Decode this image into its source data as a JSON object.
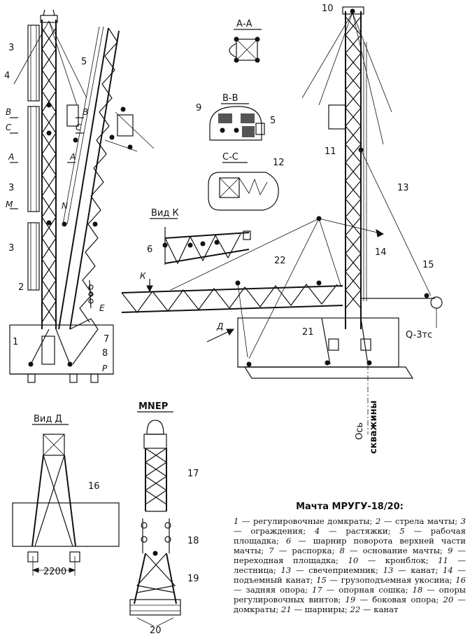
{
  "labels": {
    "section_aa": "А-А",
    "section_bb": "В-В",
    "section_cc": "С-С",
    "view_k": "Вид К",
    "view_d": "Вид Д",
    "mnep": "МNEP",
    "letter_b": "В",
    "letter_c": "С",
    "letter_a": "А",
    "letter_m": "М",
    "letter_n": "N",
    "letter_e": "Е",
    "letter_p": "Р",
    "letter_k": "К",
    "letter_d": "Д",
    "load": "Q-3тс",
    "axis_1": "Ось",
    "axis_2": "скважины",
    "dim_2200": "2200"
  },
  "numbers": [
    "1",
    "2",
    "3",
    "4",
    "5",
    "6",
    "7",
    "8",
    "9",
    "10",
    "11",
    "12",
    "13",
    "14",
    "15",
    "16",
    "17",
    "18",
    "19",
    "20",
    "21",
    "22"
  ],
  "caption": {
    "title": "Мачта МРУГУ-18/20:",
    "items": [
      {
        "n": "1",
        "t": "регулировочные домкраты;"
      },
      {
        "n": "2",
        "t": "стрела мачты;"
      },
      {
        "n": "3",
        "t": "ограждения;"
      },
      {
        "n": "4",
        "t": "растяжки;"
      },
      {
        "n": "5",
        "t": "рабочая площадка;"
      },
      {
        "n": "6",
        "t": "шарнир поворота верхней части мачты;"
      },
      {
        "n": "7",
        "t": "распорка;"
      },
      {
        "n": "8",
        "t": "основание мачты;"
      },
      {
        "n": "9",
        "t": "переходная площадка;"
      },
      {
        "n": "10",
        "t": "кронблок;"
      },
      {
        "n": "11",
        "t": "лестница;"
      },
      {
        "n": "13",
        "t": "свечеприемник;"
      },
      {
        "n": "13",
        "t": "канат;"
      },
      {
        "n": "14",
        "t": "подъемный канат;"
      },
      {
        "n": "15",
        "t": "грузоподъемная укосина;"
      },
      {
        "n": "16",
        "t": "задняя опора;"
      },
      {
        "n": "17",
        "t": "опорная сошка;"
      },
      {
        "n": "18",
        "t": "опоры регулировочных винтов;"
      },
      {
        "n": "19",
        "t": "боковая опора;"
      },
      {
        "n": "20",
        "t": "домкраты;"
      },
      {
        "n": "21",
        "t": "шарниры;"
      },
      {
        "n": "22",
        "t": "канат"
      }
    ]
  }
}
